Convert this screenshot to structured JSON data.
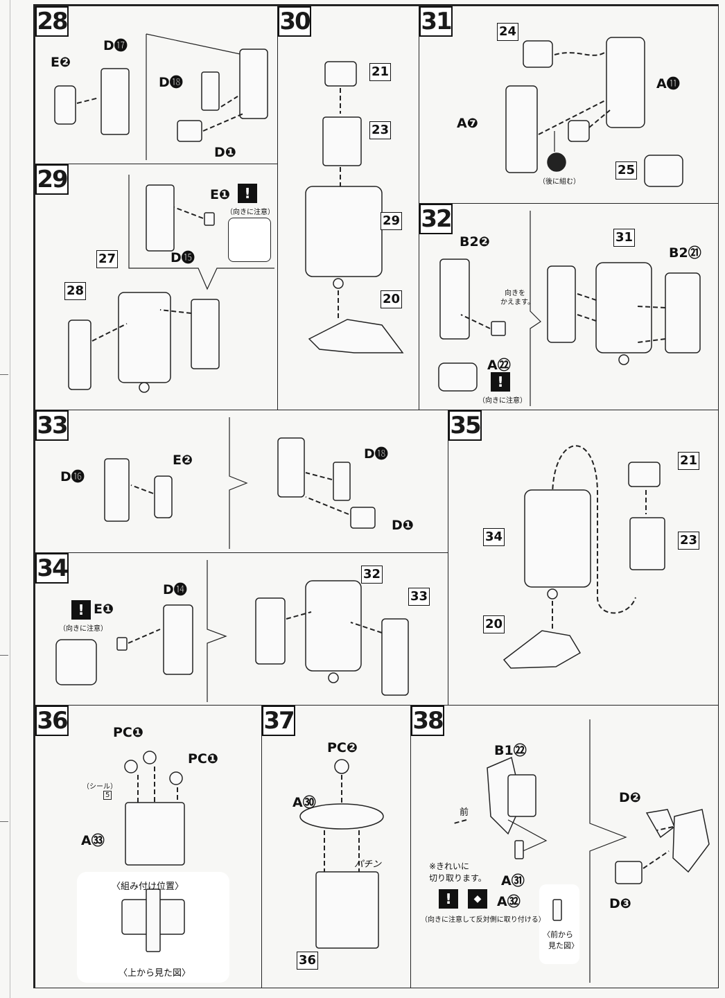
{
  "steps": {
    "s28": {
      "num": "28",
      "labels": {
        "e2": "E❷",
        "d17": "D⓱",
        "d18": "D⓲",
        "d1": "D❶"
      }
    },
    "s29": {
      "num": "29",
      "labels": {
        "e1": "E❶",
        "note": "（向きに注意）",
        "d15": "D⓯",
        "p27": "27",
        "p28": "28"
      }
    },
    "s30": {
      "num": "30",
      "labels": {
        "p21": "21",
        "p23": "23",
        "p29": "29",
        "p20": "20"
      }
    },
    "s31": {
      "num": "31",
      "labels": {
        "p24": "24",
        "a11": "A⓫",
        "a7": "A❼",
        "p25": "25",
        "note": "（後に組む）"
      }
    },
    "s32": {
      "num": "32",
      "labels": {
        "b22": "B2❷",
        "p31": "31",
        "b221": "B2㉑",
        "turn": "向きを",
        "turn2": "かえます。",
        "a22": "A㉒",
        "note": "（向きに注意）"
      }
    },
    "s33": {
      "num": "33",
      "labels": {
        "d16": "D⓰",
        "e2": "E❷",
        "d18": "D⓲",
        "d1": "D❶"
      }
    },
    "s34": {
      "num": "34",
      "labels": {
        "e1": "E❶",
        "note": "（向きに注意）",
        "d14": "D⓮",
        "p32": "32",
        "p33": "33"
      }
    },
    "s35": {
      "num": "35",
      "labels": {
        "p21": "21",
        "p23": "23",
        "p34": "34",
        "p20": "20"
      }
    },
    "s36": {
      "num": "36",
      "labels": {
        "pc1a": "PC❶",
        "pc1b": "PC❶",
        "seal": "（シール）",
        "seal_no": "5",
        "a33": "A㉝",
        "pos": "〈組み付け位置〉",
        "top": "〈上から見た図〉"
      }
    },
    "s37": {
      "num": "37",
      "labels": {
        "pc2": "PC❷",
        "a30": "A㉚",
        "snap": "パチン",
        "p36": "36"
      }
    },
    "s38": {
      "num": "38",
      "labels": {
        "b122": "B1㉒",
        "front": "前",
        "cut": "※きれいに",
        "cut2": "切り取ります。",
        "a31": "A㉛",
        "a32": "A㉜",
        "note": "（向きに注意して反対側に取り付ける）",
        "d2": "D❷",
        "d3": "D❸",
        "view1": "〈前から",
        "view2": "見た図〉"
      }
    }
  }
}
